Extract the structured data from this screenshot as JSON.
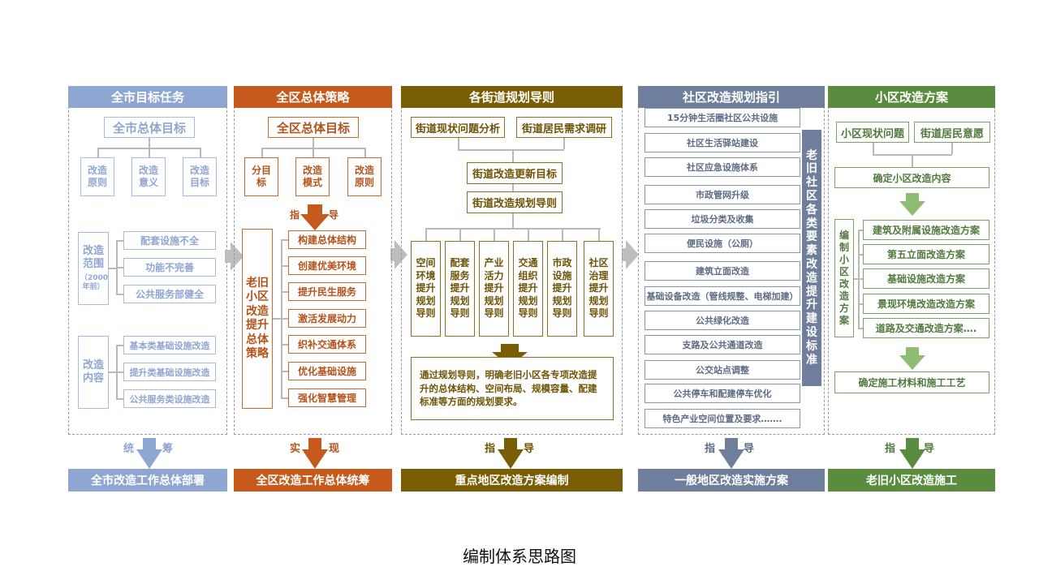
{
  "colors": {
    "c1": "#8fa6d2",
    "c2": "#c55a1c",
    "c3": "#7a5e05",
    "c4": "#6f7f9b",
    "c5": "#5a8c3f"
  },
  "col1": {
    "header": "全市目标任务",
    "goal": "全市总体目标",
    "subs": [
      "改造原则",
      "改造意义",
      "改造目标"
    ],
    "scope": {
      "label": "改造范围",
      "note": "（2000年前）",
      "items": [
        "配套设施不全",
        "功能不完善",
        "公共服务部健全"
      ]
    },
    "content": {
      "label": "改造内容",
      "items": [
        "基本类基础设施改造",
        "提升类基础设施改造",
        "公共服务类设施改造"
      ]
    },
    "arrow_label": [
      "统",
      "筹"
    ],
    "footer": "全市改造工作总体部署"
  },
  "col2": {
    "header": "全区总体策略",
    "goal": "全区总体目标",
    "subs": [
      "分目标",
      "改造模式",
      "改造原则"
    ],
    "arrow_label": [
      "指",
      "导"
    ],
    "strategy": "老旧小区改造提升总体策略",
    "items": [
      "构建总体结构",
      "创建优美环境",
      "提升民生服务",
      "激活发展动力",
      "织补交通体系",
      "优化基础设施",
      "强化智慧管理"
    ],
    "bottom_label": [
      "实",
      "现"
    ],
    "footer": "全区改造工作总体统筹"
  },
  "col3": {
    "header": "各街道规划导则",
    "top": [
      "街道现状问题分析",
      "街道居民需求调研"
    ],
    "goal": "街道改造更新目标",
    "guide": "街道改造规划导则",
    "subs": [
      "空间环境提升规划导则",
      "配套服务提升规划导则",
      "产业活力提升规划导则",
      "交通组织提升规划导则",
      "市政设施提升规划导则",
      "社区治理提升规划导则"
    ],
    "summary": "通过规划导则，明确老旧小区各专项改造提升的总体结构、空间布局、规模容量、配建标准等方面的规划要求。",
    "bottom_label": [
      "指",
      "导"
    ],
    "footer": "重点地区改造方案编制"
  },
  "col4": {
    "header": "社区改造规划指引",
    "items": [
      "15分钟生活圈社区公共设施",
      "社区生活驿站建设",
      "社区应急设施体系",
      "市政管网升级",
      "垃圾分类及收集",
      "便民设施（公厕）",
      "建筑立面改造",
      "基础设备改造（管线规整、电梯加建）",
      "公共绿化改造",
      "支路及公共通道改造",
      "公交站点调整",
      "公共停车和配建停车优化",
      "特色产业空间位置及要求……."
    ],
    "side": "老旧社区各类要素改造提升建设标准",
    "bottom_label": [
      "指",
      "导"
    ],
    "footer": "一般地区改造实施方案"
  },
  "col5": {
    "header": "小区改造方案",
    "top": [
      "小区现状问题",
      "街道居民意愿"
    ],
    "confirm": "确定小区改造内容",
    "side": "编制小区改造方案",
    "items": [
      "建筑及附属设施改造方案",
      "第五立面改造方案",
      "基础设施改造方案",
      "景现环境改造改造方案",
      "道路及交通改造方案…."
    ],
    "final": "确定施工材料和施工工艺",
    "bottom_label": [
      "指",
      "导"
    ],
    "footer": "老旧小区改造施工"
  },
  "caption": "编制体系思路图"
}
